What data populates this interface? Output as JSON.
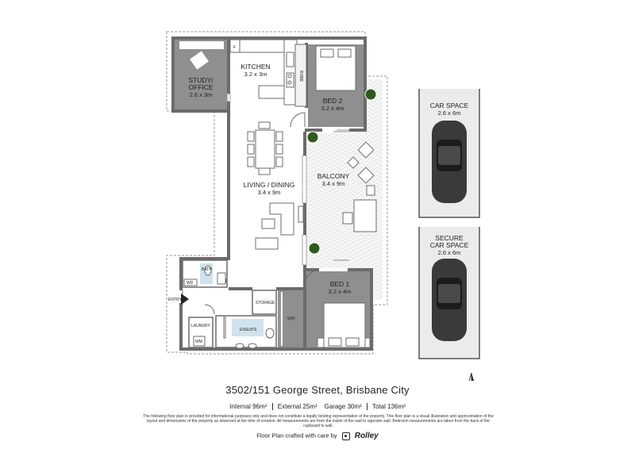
{
  "rooms": {
    "kitchen": {
      "name": "KITCHEN",
      "dim": "3.2 x 3m"
    },
    "study": {
      "name_line1": "STUDY/",
      "name_line2": "OFFICE",
      "dim": "2.6 x 3m"
    },
    "bed2": {
      "name": "BED 2",
      "dim": "3.2 x 4m"
    },
    "living": {
      "name": "LIVING / DINING",
      "dim": "3.4 x 9m"
    },
    "balcony": {
      "name": "BALCONY",
      "dim": "3.4 x 9m"
    },
    "bed1": {
      "name": "BED 1",
      "dim": "3.2 x 4m"
    }
  },
  "small_labels": {
    "fridge": "F",
    "robe": "ROBE",
    "bath": "BATH",
    "wd": "WD",
    "entry": "ENTRY",
    "laundry": "LAUNDRY",
    "ensuite": "ENSUITE",
    "storage": "STORAGE",
    "wir": "WIR",
    "wm": "WM"
  },
  "car_spaces": [
    {
      "line1": "CAR SPACE",
      "line2": "",
      "dim": "2.6 x 6m"
    },
    {
      "line1": "SECURE",
      "line2": "CAR SPACE",
      "dim": "2.6 x 6m"
    }
  ],
  "compass": {
    "label": "N"
  },
  "info": {
    "address": "3502/151 George Street, Brisbane City",
    "internal_label": "Internal",
    "internal_value": "96m²",
    "external_label": "External",
    "external_value": "25m²",
    "garage_label": "Garage",
    "garage_value": "30m²",
    "total_label": "Total",
    "total_value": "136m²",
    "disclaimer": "The following floor plan is provided for informational purposes only and does not constitute a legally binding representation of the property. This floor plan is a visual illustration and approximation of the layout and dimensions of the property as observed at the time of creation. All measurements are from the inside of the wall to opposite wall. Bedroom measurements are taken from the back of the cupboard to wall.",
    "credit": "Floor Plan crafted with care by",
    "brand": "Rolley"
  },
  "colors": {
    "wall": "#6b6b6b",
    "room_grey": "#8f8f8f",
    "bath_blue": "#cfe3ee",
    "car_bg": "#ebebeb",
    "plant": "#2f5a1e"
  }
}
